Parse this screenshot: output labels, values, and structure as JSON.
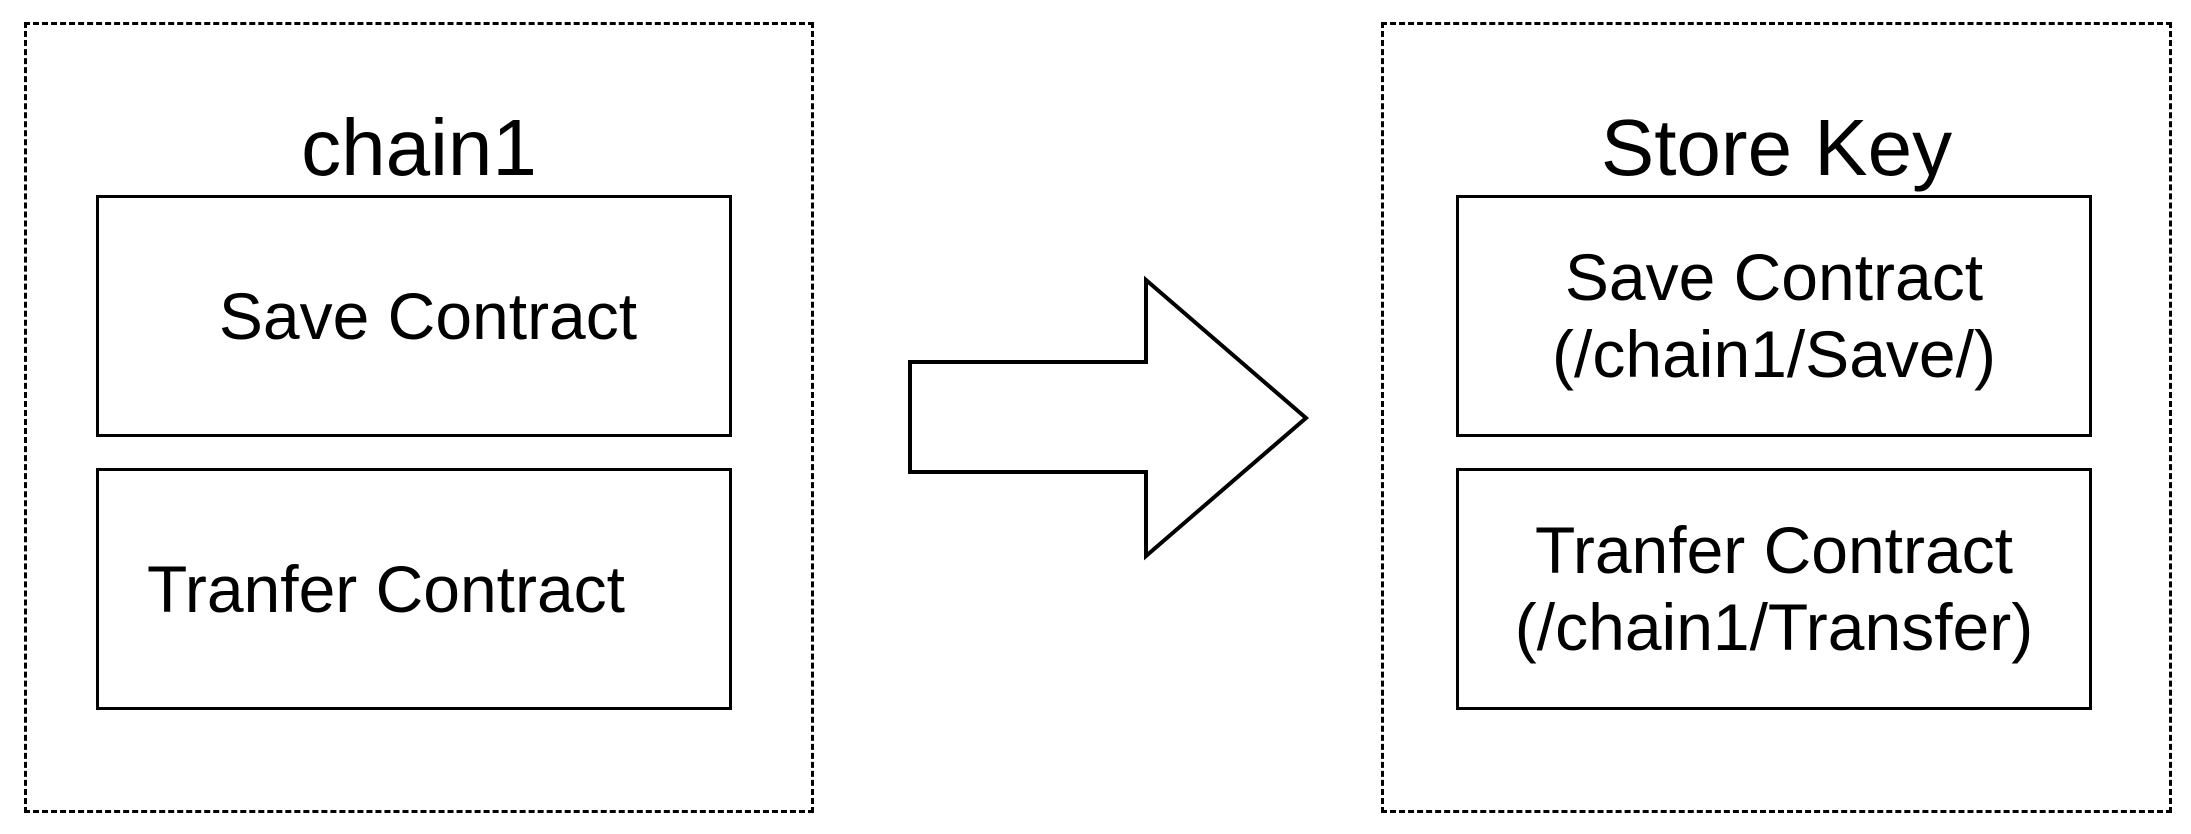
{
  "left_group": {
    "title": "chain1",
    "boxes": [
      {
        "lines": [
          "Save Contract"
        ]
      },
      {
        "lines": [
          "Tranfer Contract"
        ]
      }
    ]
  },
  "right_group": {
    "title": "Store Key",
    "boxes": [
      {
        "lines": [
          "Save Contract",
          "(/chain1/Save/)"
        ]
      },
      {
        "lines": [
          "Tranfer Contract",
          "(/chain1/Transfer)"
        ]
      }
    ]
  },
  "arrow": {
    "icon": "right-arrow-icon",
    "fill": "#ffffff",
    "stroke": "#000000"
  }
}
